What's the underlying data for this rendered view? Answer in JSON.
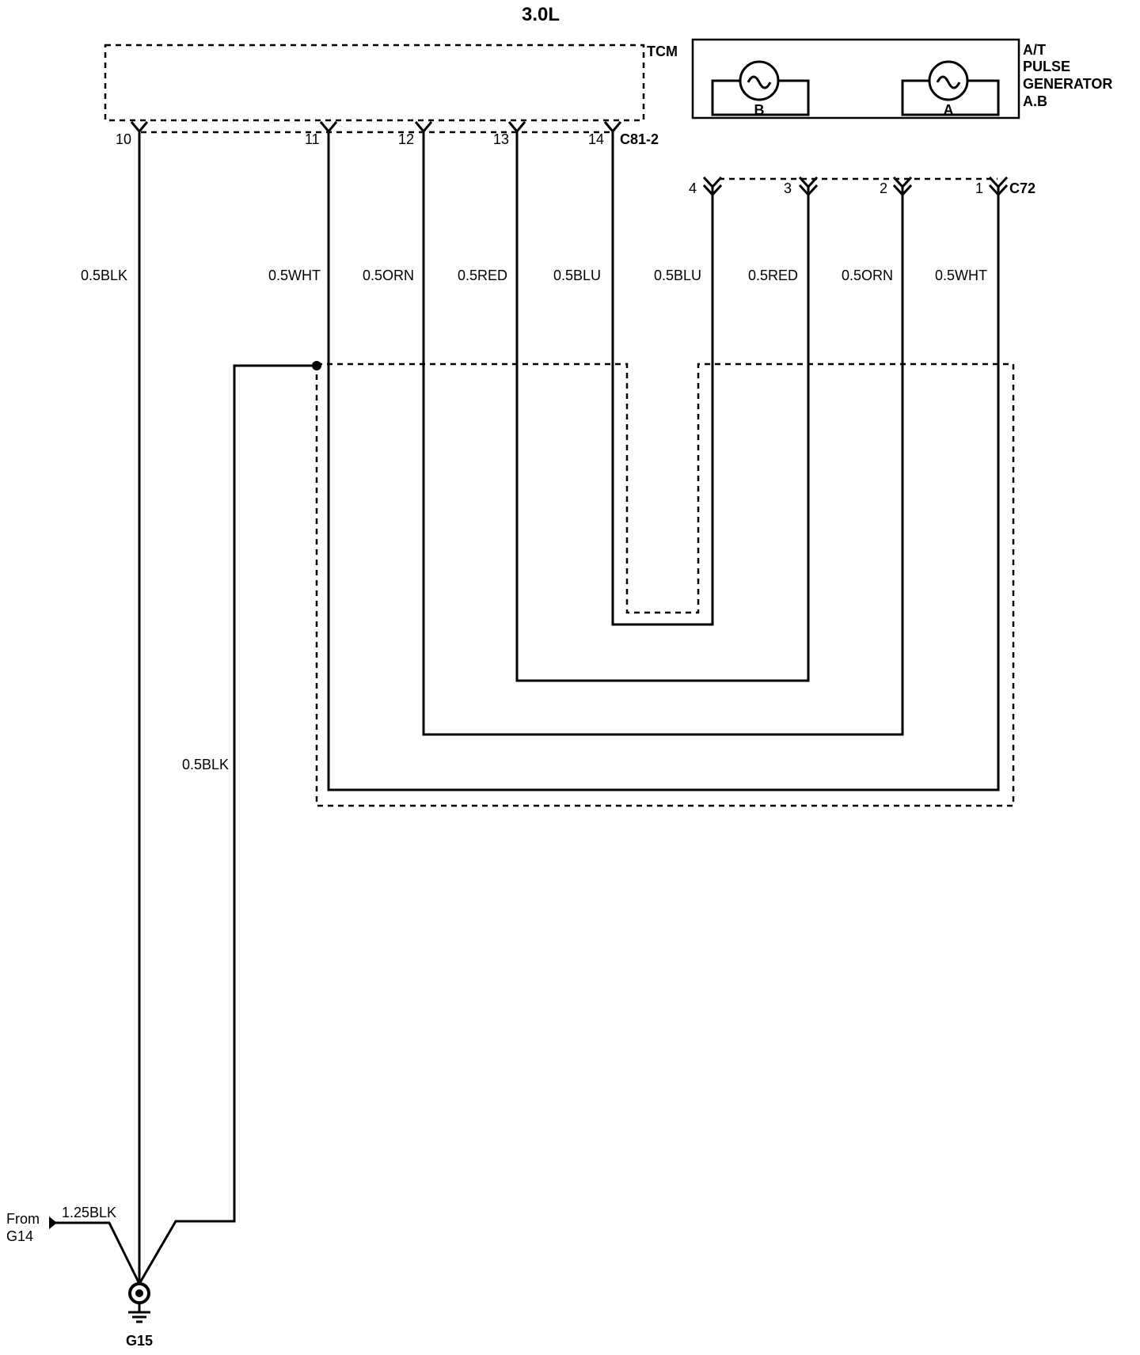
{
  "title": "3.0L",
  "tcm": {
    "label": "TCM",
    "connector": "C81-2",
    "pins": [
      "10",
      "11",
      "12",
      "13",
      "14"
    ]
  },
  "pulse_generator": {
    "label_lines": [
      "A/T",
      "PULSE",
      "GENERATOR",
      "A.B"
    ],
    "sensor_b": "B",
    "sensor_a": "A",
    "connector": "C72",
    "pins": [
      "4",
      "3",
      "2",
      "1"
    ]
  },
  "wires": {
    "tcm_side": [
      "0.5BLK",
      "0.5WHT",
      "0.5ORN",
      "0.5RED",
      "0.5BLU"
    ],
    "pg_side": [
      "0.5BLU",
      "0.5RED",
      "0.5ORN",
      "0.5WHT"
    ],
    "shield_drain": "0.5BLK",
    "from_g14": "1.25BLK"
  },
  "from_label_lines": [
    "From",
    "G14"
  ],
  "ground": "G15"
}
